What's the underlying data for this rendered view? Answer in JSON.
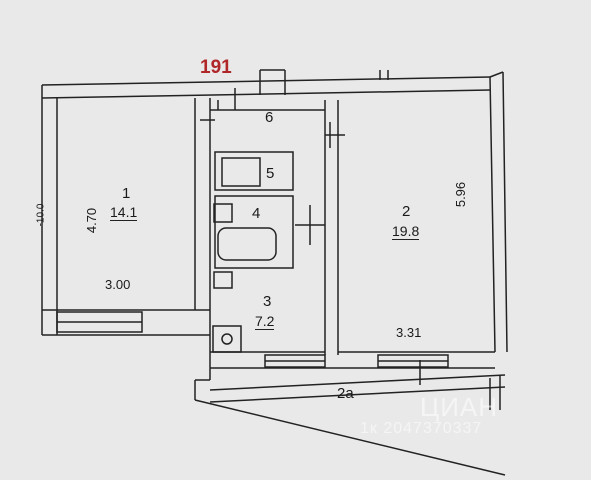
{
  "plan_id": "191",
  "rooms": [
    {
      "number": "1",
      "area": "14.1",
      "dim_vertical": "4.70",
      "dim_horizontal": "3.00"
    },
    {
      "number": "2",
      "area": "19.8",
      "dim_vertical": "5.96",
      "dim_horizontal": "3.31"
    },
    {
      "number": "3",
      "area": "7.2"
    },
    {
      "number": "4"
    },
    {
      "number": "5"
    },
    {
      "number": "6"
    },
    {
      "number": "2a"
    }
  ],
  "edge_text": "-10.0",
  "watermark": "ЦИАН",
  "watermark_id": "1к 2047370337"
}
